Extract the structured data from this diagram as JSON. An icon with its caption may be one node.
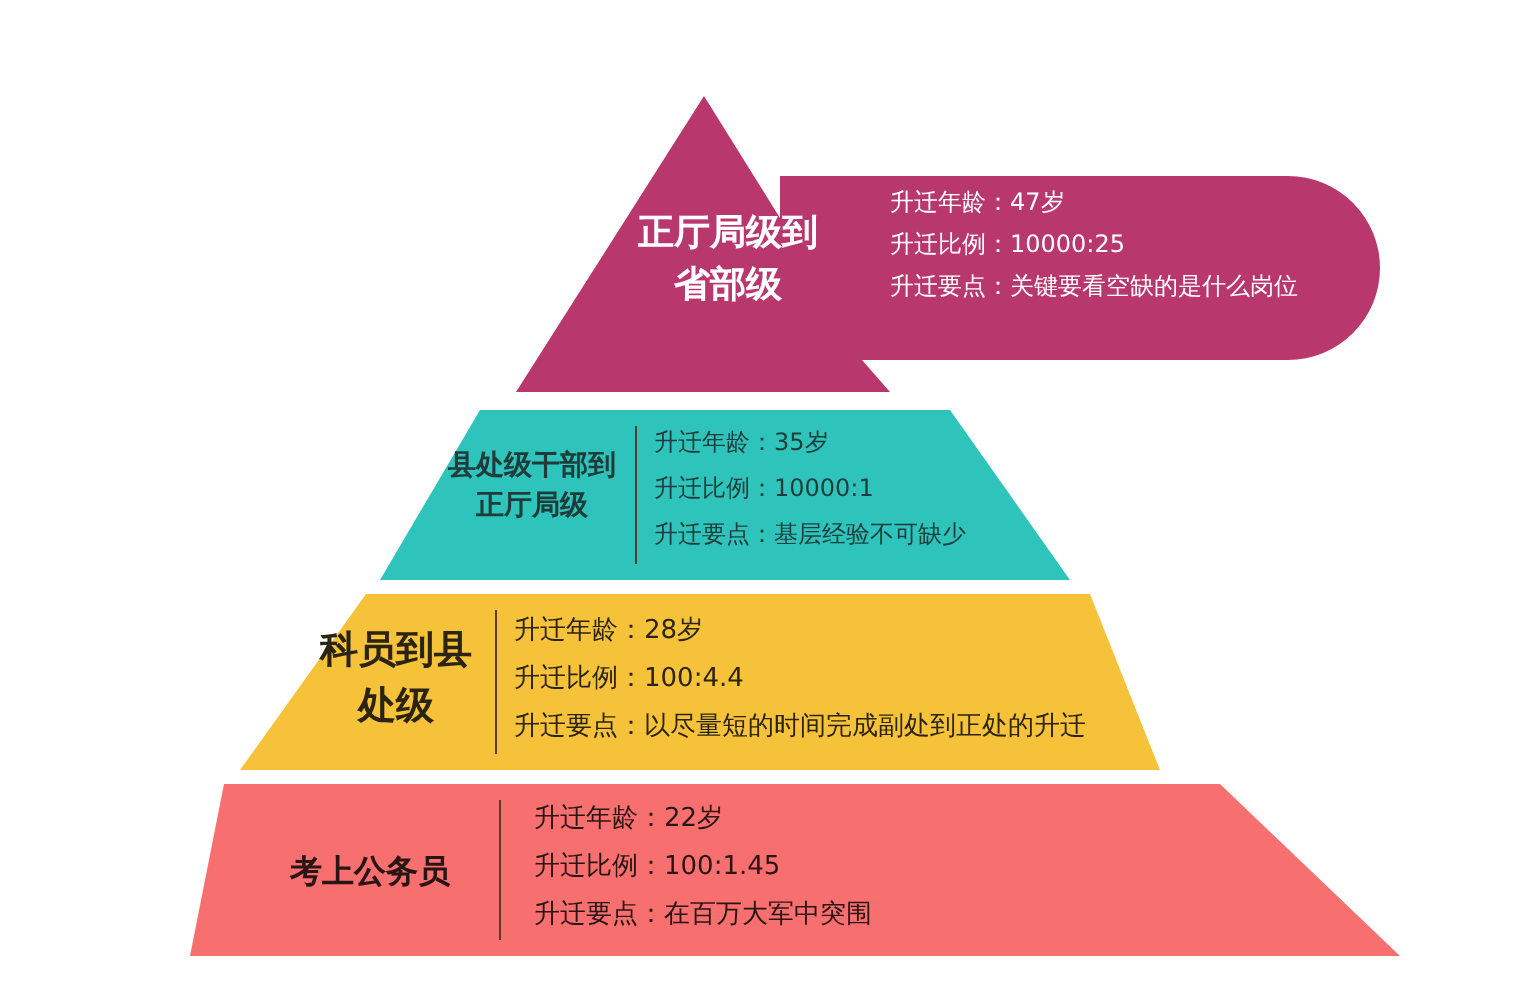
{
  "diagram": {
    "nodes": [
      {
        "text": [
          "正厅局级到省部级",
          "升迁年龄：47岁",
          "升迁比例：10000:25",
          "升迁要点：关键要看空缺的是什么岗位"
        ]
      },
      {
        "text": [
          "县处级干部到正厅局级",
          "升迁年龄：35岁",
          "升迁比例：10000:1",
          "升迁要点：基层经验不可缺少"
        ]
      },
      {
        "text": [
          "科员到县处级",
          "升迁年龄：28岁",
          "升迁比例：100:4.4",
          "升迁要点：以尽量短的时间完成副处到正处的升迁"
        ]
      },
      {
        "text": [
          "考上公务员",
          "升迁年龄：22岁",
          "升迁比例：100:1.45",
          "升迁要点：在百万大军中突围"
        ]
      }
    ]
  }
}
